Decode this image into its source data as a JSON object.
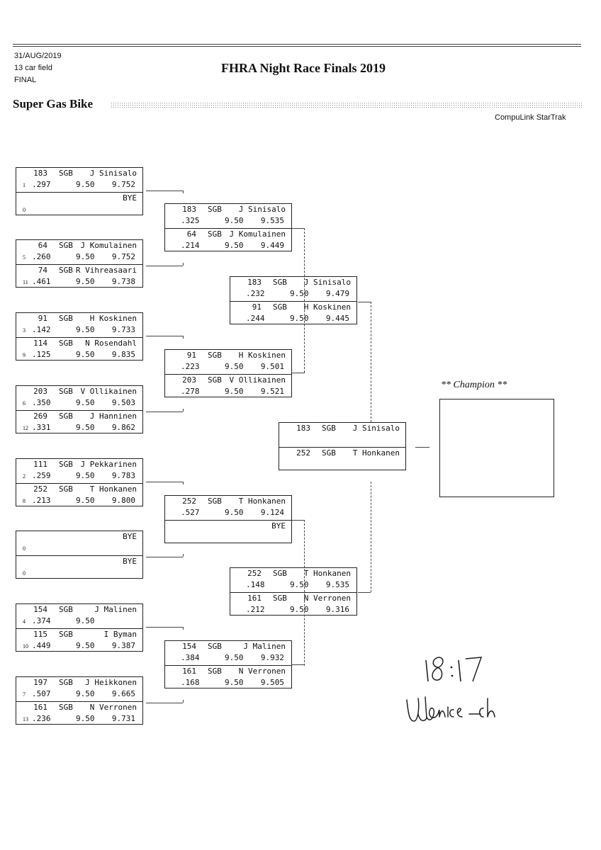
{
  "header": {
    "date": "31/AUG/2019",
    "field": "13 car field",
    "round": "FINAL",
    "title": "FHRA Night Race Finals 2019",
    "class_name": "Super Gas Bike",
    "brand": "CompuLink StarTrak"
  },
  "champion": {
    "label": "** Champion **"
  },
  "handwriting": {
    "time": "18:17",
    "signature": "Ulonica Ch"
  },
  "round1": [
    {
      "top": {
        "car": "183",
        "cls": "SGB",
        "name": "J Sinisalo",
        "seed": "1",
        "rt": ".297",
        "dial": "9.50",
        "et": "9.752"
      },
      "bottom": {
        "car": "",
        "cls": "",
        "name": "BYE",
        "seed": "0",
        "rt": "",
        "dial": "",
        "et": ""
      }
    },
    {
      "top": {
        "car": "64",
        "cls": "SGB",
        "name": "J Komulainen",
        "seed": "5",
        "rt": ".260",
        "dial": "9.50",
        "et": "9.752"
      },
      "bottom": {
        "car": "74",
        "cls": "SGB",
        "name": "R Vihreasaari",
        "seed": "11",
        "rt": ".461",
        "dial": "9.50",
        "et": "9.738"
      }
    },
    {
      "top": {
        "car": "91",
        "cls": "SGB",
        "name": "H Koskinen",
        "seed": "3",
        "rt": ".142",
        "dial": "9.50",
        "et": "9.733"
      },
      "bottom": {
        "car": "114",
        "cls": "SGB",
        "name": "N Rosendahl",
        "seed": "9",
        "rt": ".125",
        "dial": "9.50",
        "et": "9.835"
      }
    },
    {
      "top": {
        "car": "203",
        "cls": "SGB",
        "name": "V Ollikainen",
        "seed": "6",
        "rt": ".350",
        "dial": "9.50",
        "et": "9.503"
      },
      "bottom": {
        "car": "269",
        "cls": "SGB",
        "name": "J Hanninen",
        "seed": "12",
        "rt": ".331",
        "dial": "9.50",
        "et": "9.862"
      }
    },
    {
      "top": {
        "car": "111",
        "cls": "SGB",
        "name": "J Pekkarinen",
        "seed": "2",
        "rt": ".259",
        "dial": "9.50",
        "et": "9.783"
      },
      "bottom": {
        "car": "252",
        "cls": "SGB",
        "name": "T Honkanen",
        "seed": "8",
        "rt": ".213",
        "dial": "9.50",
        "et": "9.800"
      }
    },
    {
      "top": {
        "car": "",
        "cls": "",
        "name": "BYE",
        "seed": "0",
        "rt": "",
        "dial": "",
        "et": ""
      },
      "bottom": {
        "car": "",
        "cls": "",
        "name": "BYE",
        "seed": "0",
        "rt": "",
        "dial": "",
        "et": ""
      }
    },
    {
      "top": {
        "car": "154",
        "cls": "SGB",
        "name": "J Malinen",
        "seed": "4",
        "rt": ".374",
        "dial": "9.50",
        "et": ""
      },
      "bottom": {
        "car": "115",
        "cls": "SGB",
        "name": "I Byman",
        "seed": "10",
        "rt": ".449",
        "dial": "9.50",
        "et": "9.387"
      }
    },
    {
      "top": {
        "car": "197",
        "cls": "SGB",
        "name": "J Heikkonen",
        "seed": "7",
        "rt": ".507",
        "dial": "9.50",
        "et": "9.665"
      },
      "bottom": {
        "car": "161",
        "cls": "SGB",
        "name": "N Verronen",
        "seed": "13",
        "rt": ".236",
        "dial": "9.50",
        "et": "9.731"
      }
    }
  ],
  "round2": [
    {
      "top": {
        "car": "183",
        "cls": "SGB",
        "name": "J Sinisalo",
        "rt": ".325",
        "dial": "9.50",
        "et": "9.535"
      },
      "bottom": {
        "car": "64",
        "cls": "SGB",
        "name": "J Komulainen",
        "rt": ".214",
        "dial": "9.50",
        "et": "9.449"
      }
    },
    {
      "top": {
        "car": "91",
        "cls": "SGB",
        "name": "H Koskinen",
        "rt": ".223",
        "dial": "9.50",
        "et": "9.501"
      },
      "bottom": {
        "car": "203",
        "cls": "SGB",
        "name": "V Ollikainen",
        "rt": ".278",
        "dial": "9.50",
        "et": "9.521"
      }
    },
    {
      "top": {
        "car": "252",
        "cls": "SGB",
        "name": "T Honkanen",
        "rt": ".527",
        "dial": "9.50",
        "et": "9.124"
      },
      "bottom": {
        "car": "",
        "cls": "",
        "name": "BYE",
        "rt": "",
        "dial": "",
        "et": ""
      }
    },
    {
      "top": {
        "car": "154",
        "cls": "SGB",
        "name": "J Malinen",
        "rt": ".384",
        "dial": "9.50",
        "et": "9.932"
      },
      "bottom": {
        "car": "161",
        "cls": "SGB",
        "name": "N Verronen",
        "rt": ".168",
        "dial": "9.50",
        "et": "9.505"
      }
    }
  ],
  "round3": [
    {
      "top": {
        "car": "183",
        "cls": "SGB",
        "name": "J Sinisalo",
        "rt": ".232",
        "dial": "9.50",
        "et": "9.479"
      },
      "bottom": {
        "car": "91",
        "cls": "SGB",
        "name": "H Koskinen",
        "rt": ".244",
        "dial": "9.50",
        "et": "9.445"
      }
    },
    {
      "top": {
        "car": "252",
        "cls": "SGB",
        "name": "T Honkanen",
        "rt": ".148",
        "dial": "9.50",
        "et": "9.535"
      },
      "bottom": {
        "car": "161",
        "cls": "SGB",
        "name": "N Verronen",
        "rt": ".212",
        "dial": "9.50",
        "et": "9.316"
      }
    }
  ],
  "final": [
    {
      "top": {
        "car": "183",
        "cls": "SGB",
        "name": "J Sinisalo",
        "rt": "",
        "dial": "",
        "et": ""
      },
      "bottom": {
        "car": "252",
        "cls": "SGB",
        "name": "T Honkanen",
        "rt": "",
        "dial": "",
        "et": ""
      }
    }
  ]
}
